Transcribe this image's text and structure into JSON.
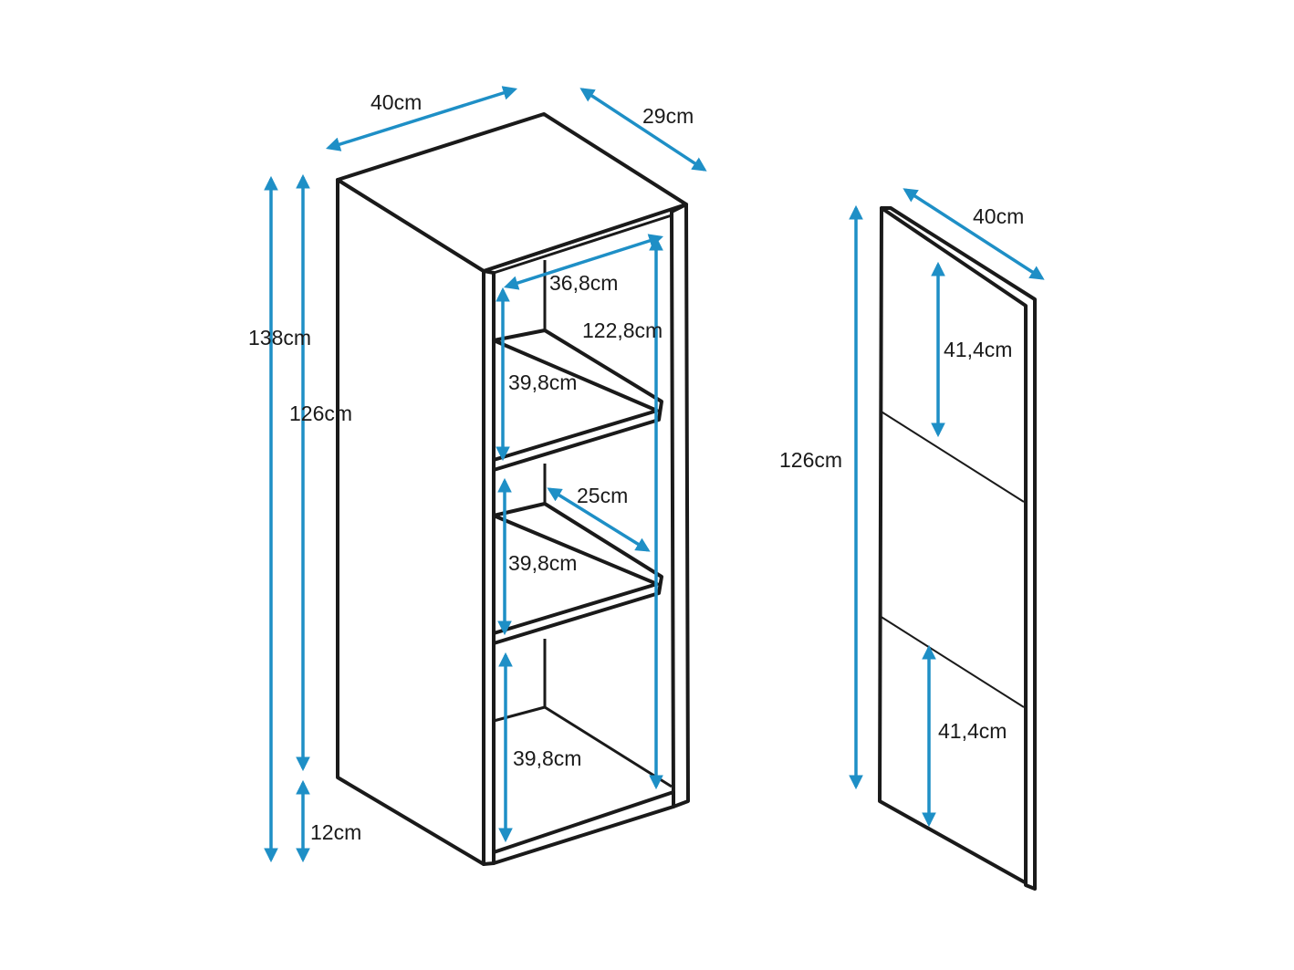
{
  "colors": {
    "dimension_arrow": "#1e8fc6",
    "outline": "#1a1a1a",
    "background": "#ffffff"
  },
  "cabinet": {
    "labels": {
      "width_top": "40cm",
      "depth_top": "29cm",
      "total_height": "138cm",
      "body_height": "126cm",
      "base_height": "12cm",
      "inner_width": "36,8cm",
      "inner_height": "122,8cm",
      "shelf_gap_1": "39,8cm",
      "shelf_depth": "25cm",
      "shelf_gap_2": "39,8cm",
      "shelf_gap_3": "39,8cm"
    }
  },
  "door": {
    "labels": {
      "width": "40cm",
      "height": "126cm",
      "panel_top": "41,4cm",
      "panel_bottom": "41,4cm"
    }
  }
}
